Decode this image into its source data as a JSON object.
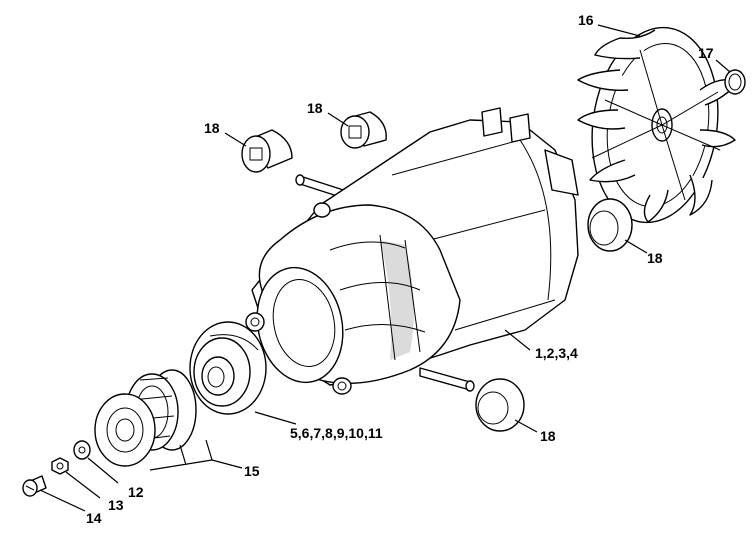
{
  "labels": {
    "l1": "1,2,3,4",
    "l5": "5,6,7,8,9,10,11",
    "l12": "12",
    "l13": "13",
    "l14": "14",
    "l15": "15",
    "l16": "16",
    "l17": "17",
    "l18": "18"
  }
}
